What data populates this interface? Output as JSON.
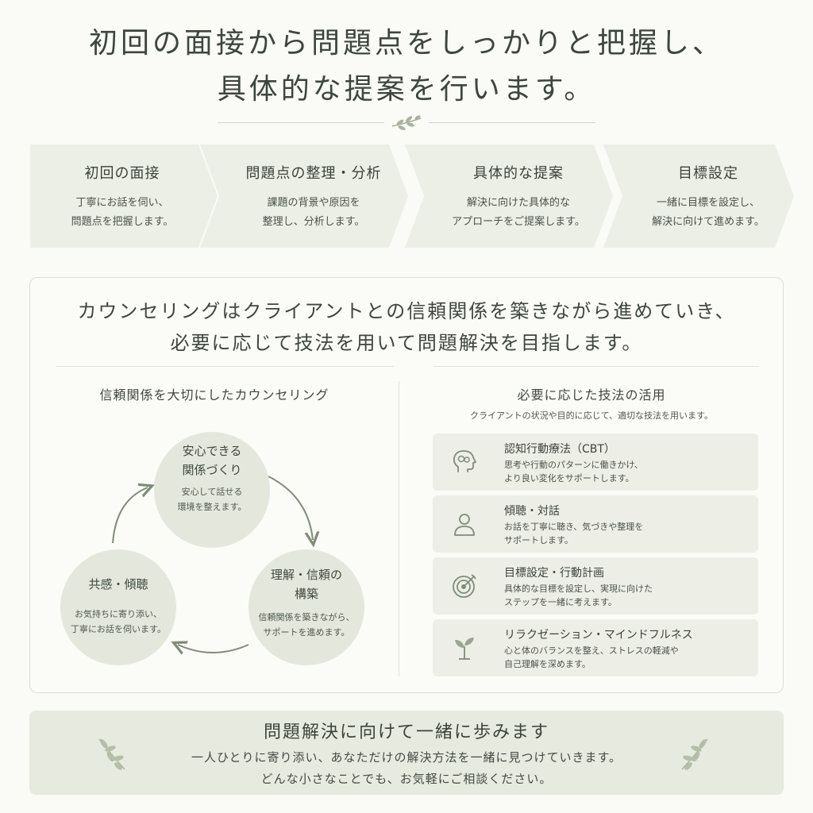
{
  "headline": {
    "line1": "初回の面接から問題点をしっかりと把握し、",
    "line2": "具体的な提案を行います。"
  },
  "steps": [
    {
      "title": "初回の面接",
      "desc1": "丁寧にお話を伺い、",
      "desc2": "問題点を把握します。"
    },
    {
      "title": "問題点の整理・分析",
      "desc1": "課題の背景や原因を",
      "desc2": "整理し、分析します。"
    },
    {
      "title": "具体的な提案",
      "desc1": "解決に向けた具体的な",
      "desc2": "アプローチをご提案します。"
    },
    {
      "title": "目標設定",
      "desc1": "一緒に目標を設定し、",
      "desc2": "解決に向けて進めます。"
    }
  ],
  "panel": {
    "heading1": "カウンセリングはクライアントとの信頼関係を築きながら進めていき、",
    "heading2": "必要に応じて技法を用いて問題解決を目指します。",
    "left": {
      "title": "信頼関係を大切にしたカウンセリング",
      "circles": [
        {
          "title1": "安心できる",
          "title2": "関係づくり",
          "desc1": "安心して話せる",
          "desc2": "環境を整えます。"
        },
        {
          "title1": "理解・信頼の",
          "title2": "構築",
          "desc1": "信頼関係を築きながら、",
          "desc2": "サポートを進めます。"
        },
        {
          "title1": "共感・傾聴",
          "title2": "",
          "desc1": "お気持ちに寄り添い、",
          "desc2": "丁寧にお話を伺います。"
        }
      ]
    },
    "right": {
      "title": "必要に応じた技法の活用",
      "subtitle": "クライアントの状況や目的に応じて、適切な技法を用います。",
      "techniques": [
        {
          "icon": "head-gears-icon",
          "title": "認知行動療法（CBT）",
          "desc1": "思考や行動のパターンに働きかけ、",
          "desc2": "より良い変化をサポートします。"
        },
        {
          "icon": "person-icon",
          "title": "傾聴・対話",
          "desc1": "お話を丁寧に聴き、気づきや整理を",
          "desc2": "サポートします。"
        },
        {
          "icon": "target-icon",
          "title": "目標設定・行動計画",
          "desc1": "具体的な目標を設定し、実現に向けた",
          "desc2": "ステップを一緒に考えます。"
        },
        {
          "icon": "sprout-icon",
          "title": "リラクゼーション・マインドフルネス",
          "desc1": "心と体のバランスを整え、ストレスの軽減や",
          "desc2": "自己理解を深めます。"
        }
      ]
    }
  },
  "footer": {
    "title": "問題解決に向けて一緒に歩みます",
    "desc1": "一人ひとりに寄り添い、あなただけの解決方法を一緒に見つけていきます。",
    "desc2": "どんな小さなことでも、お気軽にご相談ください。"
  },
  "colors": {
    "accent": "#7f8c76",
    "step_bg": "#ecefe6",
    "circle_bg": "#e4e8dc",
    "footer_bg": "#e7eadf"
  }
}
